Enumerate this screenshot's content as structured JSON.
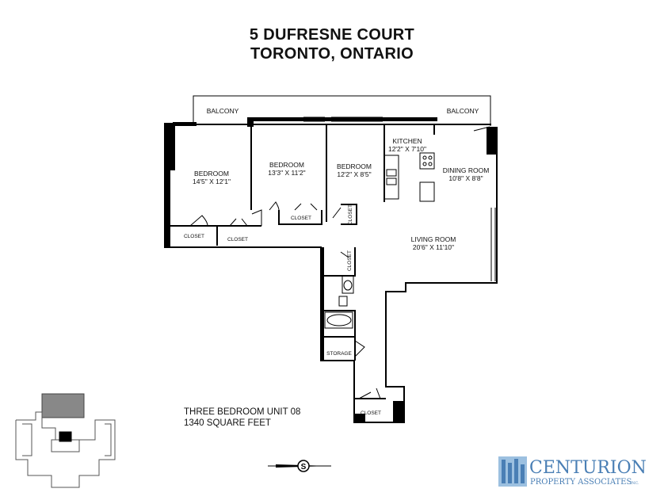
{
  "header": {
    "address_line1": "5 DUFRESNE COURT",
    "address_line2": "TORONTO, ONTARIO"
  },
  "rooms": {
    "balcony_left": "BALCONY",
    "balcony_right": "BALCONY",
    "bedroom1_name": "BEDROOM",
    "bedroom1_dims": "14'5\" X 12'1\"",
    "bedroom2_name": "BEDROOM",
    "bedroom2_dims": "13'3\" X 11'2\"",
    "bedroom3_name": "BEDROOM",
    "bedroom3_dims": "12'2\" X 8'5\"",
    "kitchen_name": "KITCHEN",
    "kitchen_dims": "12'2\" X 7'10\"",
    "dining_name": "DINING ROOM",
    "dining_dims": "10'8\" X 8'8\"",
    "living_name": "LIVING ROOM",
    "living_dims": "20'6\" X 11'10\"",
    "closet_a": "CLOSET",
    "closet_b": "CLOSET",
    "closet_c": "CLOSET",
    "closet_d": "CLOSET",
    "closet_e": "CLOSET",
    "closet_f": "CLOSET",
    "storage": "STORAGE"
  },
  "unit_info": {
    "line1": "THREE BEDROOM UNIT 08",
    "line2": "1340 SQUARE FEET"
  },
  "logo": {
    "name": "CENTURION",
    "tagline": "PROPERTY ASSOCIATES",
    "suffix": "INC.",
    "color": "#4a7fb5"
  },
  "compass_letter": "S"
}
